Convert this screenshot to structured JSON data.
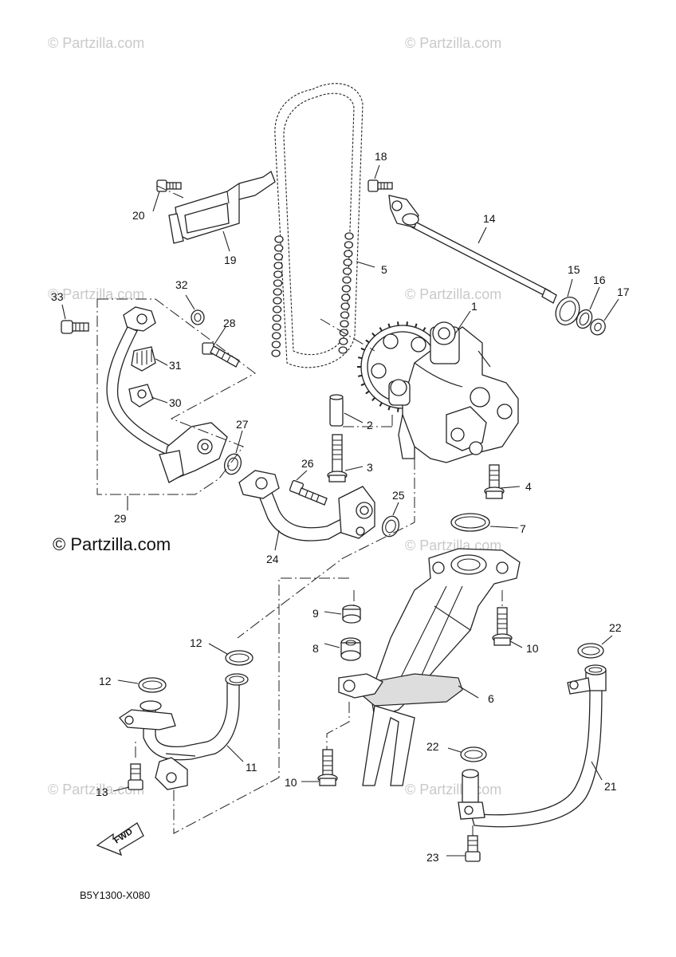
{
  "watermarks": {
    "faint": "© Partzilla.com",
    "main": "© Partzilla.com"
  },
  "diagram_code": "B5Y1300-X080",
  "direction_label": "FWD",
  "callouts": {
    "c1": "1",
    "c2": "2",
    "c3": "3",
    "c4": "4",
    "c5": "5",
    "c6": "6",
    "c7": "7",
    "c8": "8",
    "c9": "9",
    "c10a": "10",
    "c10b": "10",
    "c11": "11",
    "c12a": "12",
    "c12b": "12",
    "c13": "13",
    "c14": "14",
    "c15": "15",
    "c16": "16",
    "c17": "17",
    "c18": "18",
    "c19": "19",
    "c20": "20",
    "c21": "21",
    "c22a": "22",
    "c22b": "22",
    "c23": "23",
    "c24": "24",
    "c25": "25",
    "c26": "26",
    "c27": "27",
    "c28": "28",
    "c29": "29",
    "c30": "30",
    "c31": "31",
    "c32": "32",
    "c33": "33"
  }
}
